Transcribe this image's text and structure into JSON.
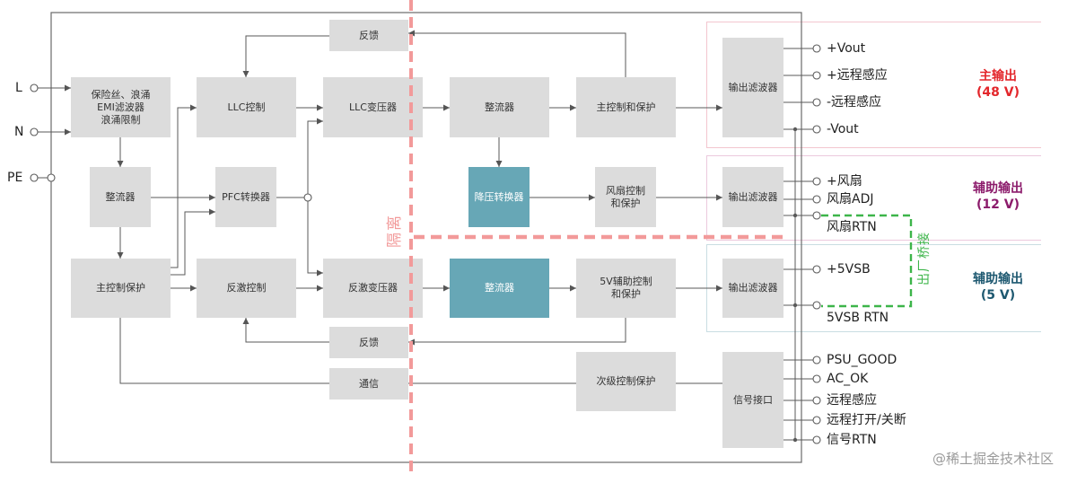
{
  "inputs": {
    "L": "L",
    "N": "N",
    "PE": "PE"
  },
  "isolation_label": "隔离",
  "factory_bridge_label": "出厂桥接",
  "blocks": {
    "fuse_emi": [
      "保险丝、浪涌",
      "EMI滤波器",
      "浪涌限制"
    ],
    "llc_control": [
      "LLC控制"
    ],
    "llc_transformer": [
      "LLC变压器"
    ],
    "rectifier_main": [
      "整流器"
    ],
    "main_control_protect": [
      "主控制和保护"
    ],
    "output_filter_main": [
      "输出滤波器"
    ],
    "feedback_top": [
      "反馈"
    ],
    "rectifier_input": [
      "整流器"
    ],
    "pfc_converter": [
      "PFC转换器"
    ],
    "buck_converter": [
      "降压转换器"
    ],
    "fan_control": [
      "风扇控制",
      "和保护"
    ],
    "output_filter_12v": [
      "输出滤波器"
    ],
    "primary_control": [
      "主控制保护"
    ],
    "flyback_control": [
      "反激控制"
    ],
    "flyback_transformer": [
      "反激变压器"
    ],
    "rectifier_5v": [
      "整流器"
    ],
    "aux_5v_control": [
      "5V辅助控制",
      "和保护"
    ],
    "output_filter_5v": [
      "输出滤波器"
    ],
    "feedback_bottom": [
      "反馈"
    ],
    "communication": [
      "通信"
    ],
    "secondary_control": [
      "次级控制保护"
    ],
    "signal_interface": [
      "信号接口"
    ]
  },
  "outputs": {
    "main": [
      "+Vout",
      "+远程感应",
      "-远程感应",
      "-Vout"
    ],
    "aux12": [
      "+风扇",
      "风扇ADJ",
      "风扇RTN"
    ],
    "aux5": [
      "+5VSB",
      "5VSB RTN"
    ],
    "signal": [
      "PSU_GOOD",
      "AC_OK",
      "远程感应",
      "远程打开/关断",
      "信号RTN"
    ]
  },
  "groups": {
    "main": {
      "title": "主输出",
      "voltage": "(48 V)"
    },
    "aux12": {
      "title": "辅助输出",
      "voltage": "(12 V)"
    },
    "aux5": {
      "title": "辅助输出",
      "voltage": "(5 V)"
    }
  },
  "colors": {
    "block_fill": "#dcdcdc",
    "highlight_fill": "#67a7b6",
    "isolation": "#f29a9a",
    "factory_bridge": "#3db54a",
    "main_output": "#e3262b",
    "aux_12v": "#8c1b6b",
    "aux_5v": "#1d5870",
    "region_main": "#f3c6cf",
    "region_aux12": "#ecc9dd",
    "region_aux5": "#c9dde2",
    "line": "#5a5a5a"
  },
  "watermark": "@稀土掘金技术社区"
}
